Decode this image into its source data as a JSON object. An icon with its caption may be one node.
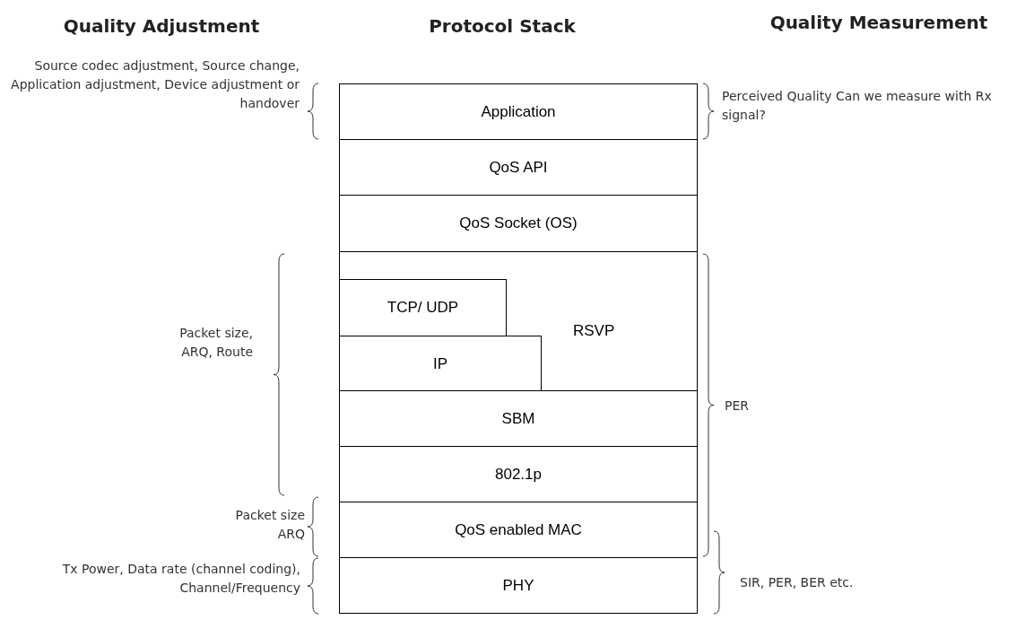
{
  "diagram": {
    "nodes": [
      {
        "text": [
          "Application"
        ]
      },
      {
        "text": [
          "QoS API"
        ]
      },
      {
        "text": [
          "QoS Socket (OS)"
        ]
      },
      {
        "text": [
          "RSVP"
        ]
      },
      {
        "text": [
          "TCP/ UDP"
        ],
        "in": 3
      },
      {
        "text": [
          "IP"
        ],
        "in": 3
      },
      {
        "text": [
          "SBM"
        ]
      },
      {
        "text": [
          "802.1p"
        ]
      },
      {
        "text": [
          "QoS enabled MAC"
        ]
      },
      {
        "text": [
          "PHY"
        ]
      }
    ],
    "edges": [],
    "labels": [
      "Quality Adjustment",
      "Protocol Stack",
      "Quality Measurement",
      "Source codec adjustment, Source change, Application adjustment, Device adjustment or handover",
      "Perceived Quality Can we measure with Rx signal?",
      "Packet size, ARQ, Route",
      "PER",
      "Packet size ARQ",
      "SIR, PER, BER etc.",
      "Tx Power, Data rate (channel coding), Channel/Frequency"
    ]
  }
}
